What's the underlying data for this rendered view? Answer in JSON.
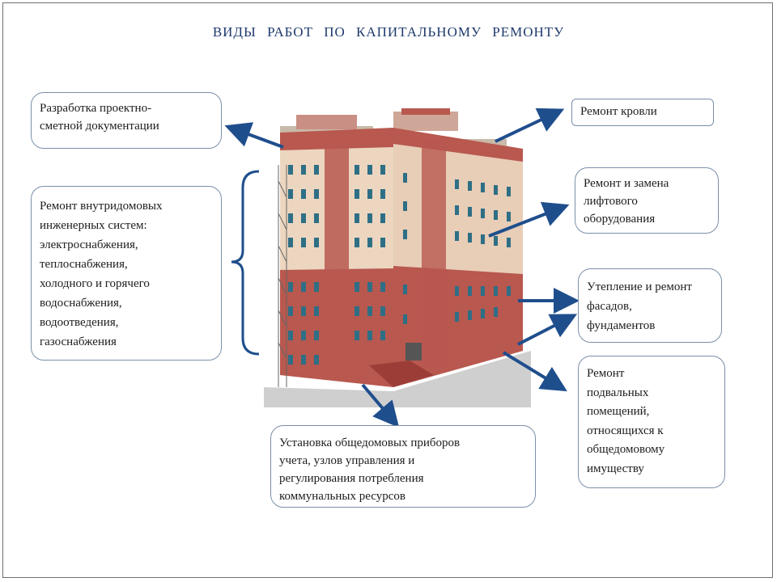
{
  "title": "ВИДЫ  РАБОТ  ПО  КАПИТАЛЬНОМУ  РЕМОНТУ",
  "colors": {
    "arrow": "#1f4e8c",
    "box_border": "#7a8fa8",
    "brick": "#b8584f",
    "beige": "#ecd6c0",
    "window": "#2e6f85"
  },
  "boxes": {
    "design_docs": [
      "Разработка проектно-",
      "сметной документации"
    ],
    "engineering": [
      "Ремонт внутридомовых",
      "инженерных систем:",
      "электроснабжения,",
      "теплоснабжения,",
      "холодного и горячего",
      "водоснабжения,",
      "водоотведения,",
      "газоснабжения"
    ],
    "roof": [
      "Ремонт кровли"
    ],
    "elevator": [
      "Ремонт и замена",
      "лифтового",
      "оборудования"
    ],
    "facade": [
      "Утепление и ремонт",
      "фасадов,",
      "фундаментов"
    ],
    "basement": [
      "Ремонт",
      "подвальных",
      "помещений,",
      "относящихся к",
      "общедомовому",
      "имуществу"
    ],
    "meters": [
      "Установка общедомовых приборов",
      "учета, узлов управления и",
      "регулирования потребления",
      "коммунальных ресурсов"
    ]
  }
}
